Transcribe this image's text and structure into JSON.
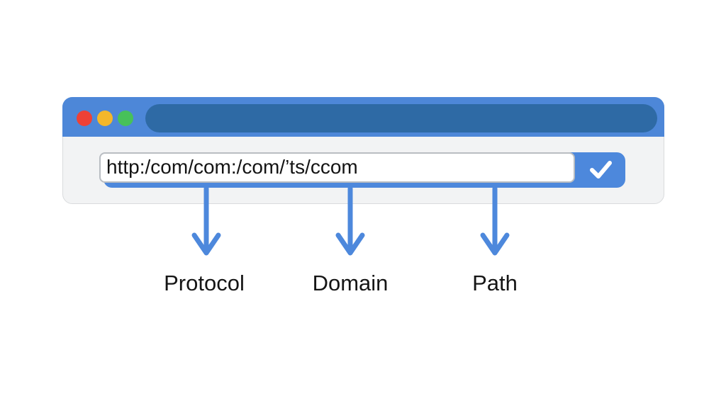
{
  "diagram": {
    "browser_window": {
      "traffic_lights": [
        {
          "name": "close",
          "color": "#ee4136"
        },
        {
          "name": "minimize",
          "color": "#f3b72b"
        },
        {
          "name": "zoom",
          "color": "#47c159"
        }
      ],
      "url_bar": {
        "value": "http:/com/com:/com/’ts/ccom",
        "go_button_icon": "checkmark-icon"
      }
    },
    "annotations": [
      {
        "label": "Protocol"
      },
      {
        "label": "Domain"
      },
      {
        "label": "Path"
      }
    ],
    "colors": {
      "titlebar_blue": "#4d87d8",
      "tab_dark_blue": "#2e6aa5",
      "accent_blue": "#4d88dc",
      "window_body": "#f2f3f4",
      "label_text": "#151515"
    }
  }
}
